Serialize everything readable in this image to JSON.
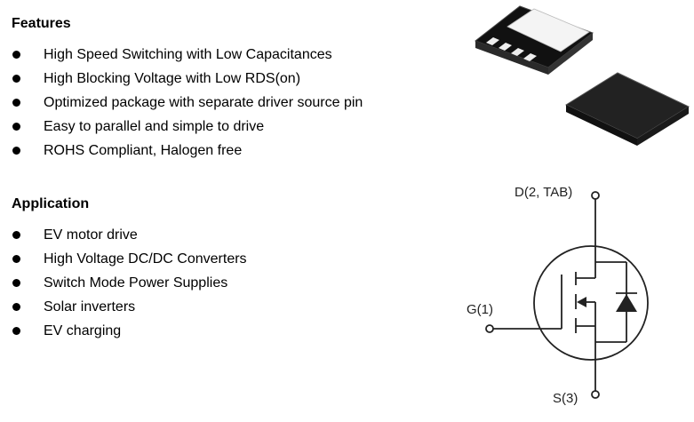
{
  "features": {
    "heading": "Features",
    "items": [
      "High Speed Switching with Low Capacitances",
      "High Blocking Voltage with Low RDS(on)",
      "Optimized package with separate driver source pin",
      "Easy to parallel and simple to drive",
      "ROHS Compliant, Halogen free"
    ]
  },
  "application": {
    "heading": "Application",
    "items": [
      "EV motor drive",
      "High Voltage DC/DC Converters",
      "Switch Mode Power Supplies",
      "Solar inverters",
      "EV charging"
    ]
  },
  "schematic": {
    "drain_label": "D(2, TAB)",
    "gate_label": "G(1)",
    "source_label": "S(3)"
  }
}
